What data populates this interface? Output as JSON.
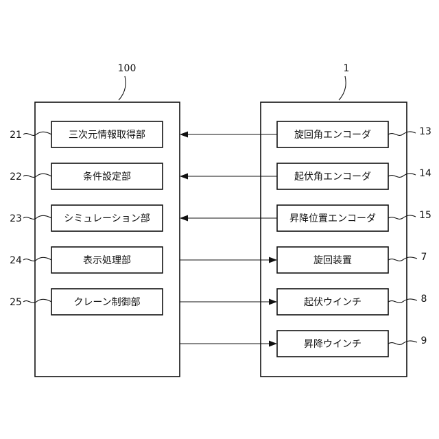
{
  "controller": {
    "ref": "100"
  },
  "crane": {
    "ref": "1"
  },
  "left_blocks": [
    {
      "ref": "21",
      "label": "三次元情報取得部"
    },
    {
      "ref": "22",
      "label": "条件設定部"
    },
    {
      "ref": "23",
      "label": "シミュレーション部"
    },
    {
      "ref": "24",
      "label": "表示処理部"
    },
    {
      "ref": "25",
      "label": "クレーン制御部"
    }
  ],
  "right_blocks": [
    {
      "ref": "13",
      "label": "旋回角エンコーダ"
    },
    {
      "ref": "14",
      "label": "起伏角エンコーダ"
    },
    {
      "ref": "15",
      "label": "昇降位置エンコーダ"
    },
    {
      "ref": "7",
      "label": "旋回装置"
    },
    {
      "ref": "8",
      "label": "起伏ウインチ"
    },
    {
      "ref": "9",
      "label": "昇降ウインチ"
    }
  ]
}
